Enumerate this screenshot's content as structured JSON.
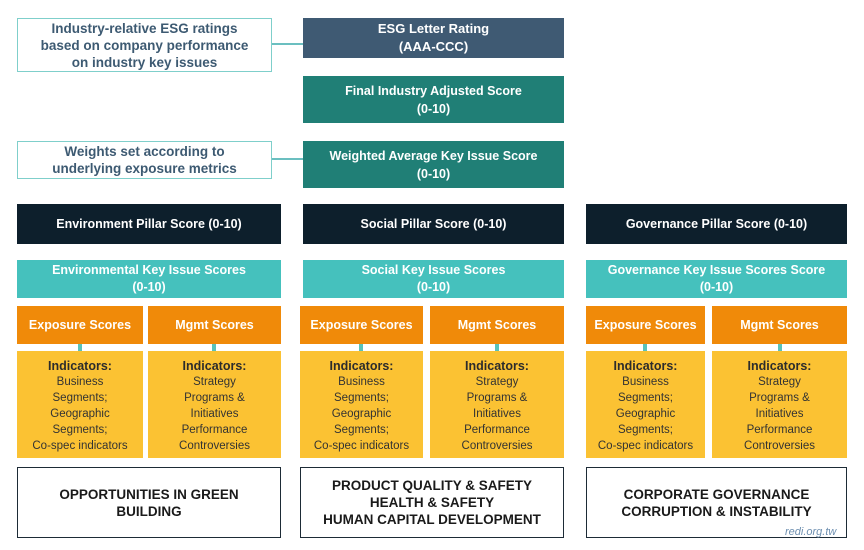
{
  "notes": {
    "ratings_note": "Industry-relative ESG ratings\nbased on company performance\non industry key issues",
    "weights_note": "Weights set according to\nunderlying exposure metrics"
  },
  "top": {
    "letter_rating": {
      "line1": "ESG Letter Rating",
      "line2": "(AAA-CCC)"
    },
    "final_score": {
      "line1": "Final Industry Adjusted Score",
      "line2": "(0-10)"
    },
    "weighted_score": {
      "line1": "Weighted Average Key Issue Score",
      "line2": "(0-10)"
    }
  },
  "pillars": [
    {
      "pillar_label": "Environment Pillar Score (0-10)",
      "kis_line1": "Environmental Key Issue Scores",
      "kis_line2": "(0-10)",
      "exposure_label": "Exposure Scores",
      "mgmt_label": "Mgmt Scores",
      "exposure_indicators_title": "Indicators:",
      "exposure_indicators": "Business\nSegments;\nGeographic\nSegments;\nCo-spec indicators",
      "mgmt_indicators_title": "Indicators:",
      "mgmt_indicators": "Strategy\nPrograms &\nInitiatives\nPerformance\nControversies",
      "issues": "OPPORTUNITIES IN GREEN\nBUILDING"
    },
    {
      "pillar_label": "Social Pillar Score (0-10)",
      "kis_line1": "Social Key Issue Scores",
      "kis_line2": "(0-10)",
      "exposure_label": "Exposure Scores",
      "mgmt_label": "Mgmt Scores",
      "exposure_indicators_title": "Indicators:",
      "exposure_indicators": "Business\nSegments;\nGeographic\nSegments;\nCo-spec indicators",
      "mgmt_indicators_title": "Indicators:",
      "mgmt_indicators": "Strategy\nPrograms &\nInitiatives\nPerformance\nControversies",
      "issues": "PRODUCT QUALITY & SAFETY\nHEALTH & SAFETY\nHUMAN CAPITAL DEVELOPMENT"
    },
    {
      "pillar_label": "Governance Pillar Score (0-10)",
      "kis_line1": "Governance Key Issue Scores Score",
      "kis_line2": "(0-10)",
      "exposure_label": "Exposure Scores",
      "mgmt_label": "Mgmt Scores",
      "exposure_indicators_title": "Indicators:",
      "exposure_indicators": "Business\nSegments;\nGeographic\nSegments;\nCo-spec indicators",
      "mgmt_indicators_title": "Indicators:",
      "mgmt_indicators": "Strategy\nPrograms &\nInitiatives\nPerformance\nControversies",
      "issues": "CORPORATE GOVERNANCE\nCORRUPTION  & INSTABILITY"
    }
  ],
  "watermark": "redi.org.tw",
  "colors": {
    "rating_box": "#3f5a73",
    "teal_box": "#207f76",
    "pillar_box": "#0d1f2c",
    "key_issue_box": "#45c1bd",
    "score_box": "#f08a09",
    "indicator_box": "#fbc233"
  }
}
